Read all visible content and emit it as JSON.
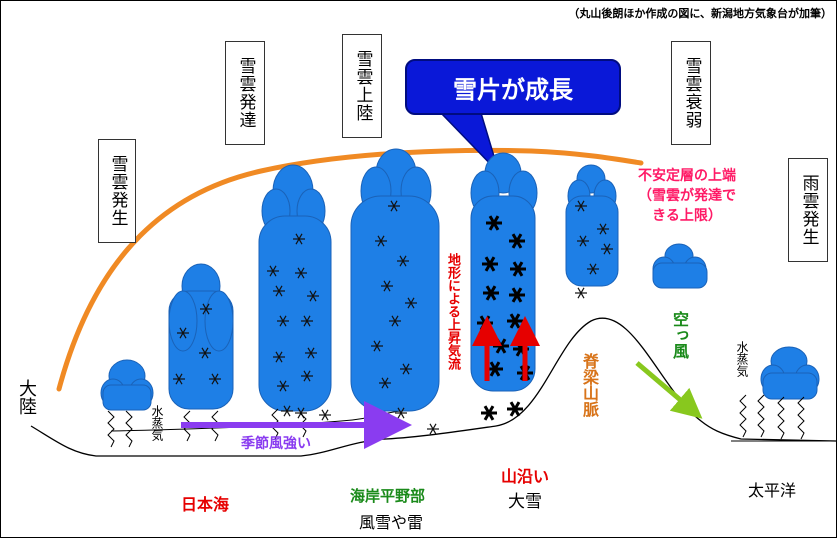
{
  "credit": "（丸山後朗ほか作成の図に、新潟地方気象台が加筆）",
  "stages": {
    "generation": "雪雲発生",
    "development": "雪雲発達",
    "rising": "雪雲上陸",
    "weakening": "雪雲衰弱",
    "rain_cloud": "雨雲発生"
  },
  "callout": "雪片が成長",
  "unstable_layer": {
    "line1": "不安定層の上端",
    "line2": "（雪雲が発達で",
    "line3": "きる上限）"
  },
  "orographic": "地形による上昇気流",
  "labels": {
    "continent": "大陸",
    "water_vapor_left": "水蒸気",
    "water_vapor_right": "水蒸気",
    "monsoon": "季節風強い",
    "sea_of_japan": "日本海",
    "coastal_plain": "海岸平野部",
    "coastal_weather": "風雪や雷",
    "mountain_area": "山沿い",
    "mountain_weather": "大雪",
    "ridge": "脊梁山脈",
    "dry_wind": "空っ風",
    "pacific": "太平洋"
  },
  "colors": {
    "cloud": "#1e7fe6",
    "cloud_edge": "#1a62b8",
    "orange_line": "#f08a24",
    "callout_bg": "#0a18d8",
    "red": "#e60000",
    "pink": "#ff1a66",
    "green": "#1a8a1a",
    "purple": "#8a3cf0",
    "ridge_brown": "#d8741a",
    "yellow_green": "#88c81e"
  }
}
